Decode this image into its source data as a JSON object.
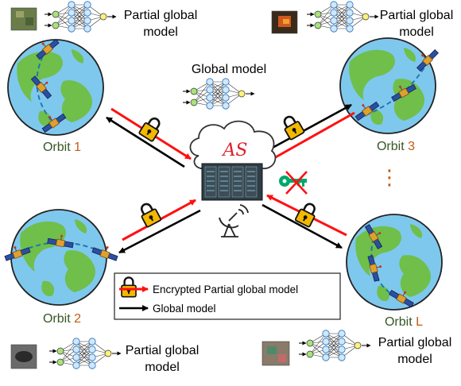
{
  "center": {
    "label": "AS"
  },
  "global_model": {
    "label": "Global model"
  },
  "orbits": [
    {
      "word": "Orbit",
      "num": "1",
      "model_line1": "Partial global",
      "model_line2": "model"
    },
    {
      "word": "Orbit",
      "num": "3",
      "model_line1": "Partial global",
      "model_line2": "model"
    },
    {
      "word": "Orbit",
      "num": "2",
      "model_line1": "Partial global",
      "model_line2": "model"
    },
    {
      "word": "Orbit",
      "num": "L",
      "model_line1": "Partial global",
      "model_line2": "model"
    }
  ],
  "legend": {
    "encrypted": "Encrypted Partial global model",
    "global": "Global model"
  },
  "ellipsis": "⋮",
  "colors": {
    "ocean": "#7ec8ee",
    "land": "#6fbf4a",
    "red_arrow": "#ff1010",
    "black_arrow": "#000000",
    "lock_body": "#f3b800",
    "nn_node": "#cfe8ff",
    "nn_input": "#a9e27a",
    "nn_output": "#fff27a",
    "server": "#2f3e46",
    "key": "#00a86b"
  },
  "icons": [
    "earth-icon",
    "satellite-icon",
    "lock-icon",
    "server-icon",
    "cloud-icon",
    "antenna-icon",
    "key-icon",
    "neural-network-icon",
    "thumbnail-image"
  ]
}
